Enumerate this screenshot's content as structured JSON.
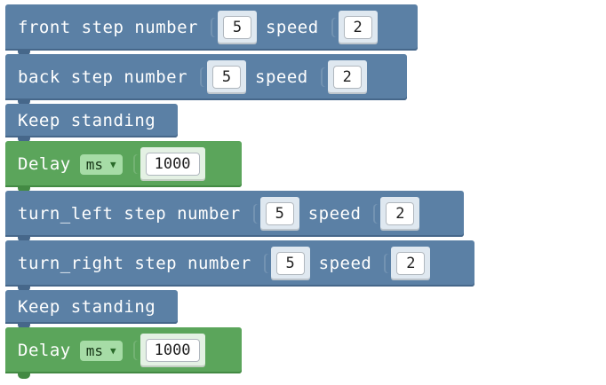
{
  "blocks": {
    "front": {
      "label": "front step number",
      "steps": "5",
      "speed_label": "speed",
      "speed": "2"
    },
    "back": {
      "label": "back step number",
      "steps": "5",
      "speed_label": "speed",
      "speed": "2"
    },
    "keep1": {
      "label": "Keep standing"
    },
    "delay1": {
      "label": "Delay",
      "unit": "ms",
      "value": "1000"
    },
    "turn_left": {
      "label": "turn_left step number",
      "steps": "5",
      "speed_label": "speed",
      "speed": "2"
    },
    "turn_right": {
      "label": "turn_right step number",
      "steps": "5",
      "speed_label": "speed",
      "speed": "2"
    },
    "keep2": {
      "label": "Keep standing"
    },
    "delay2": {
      "label": "Delay",
      "unit": "ms",
      "value": "1000"
    }
  },
  "colors": {
    "motion_block": "#5b80a5",
    "delay_block": "#5ba55b",
    "dropdown": "#a6dca6"
  },
  "icons": {
    "dropdown_arrow": "chevron-down-icon"
  }
}
